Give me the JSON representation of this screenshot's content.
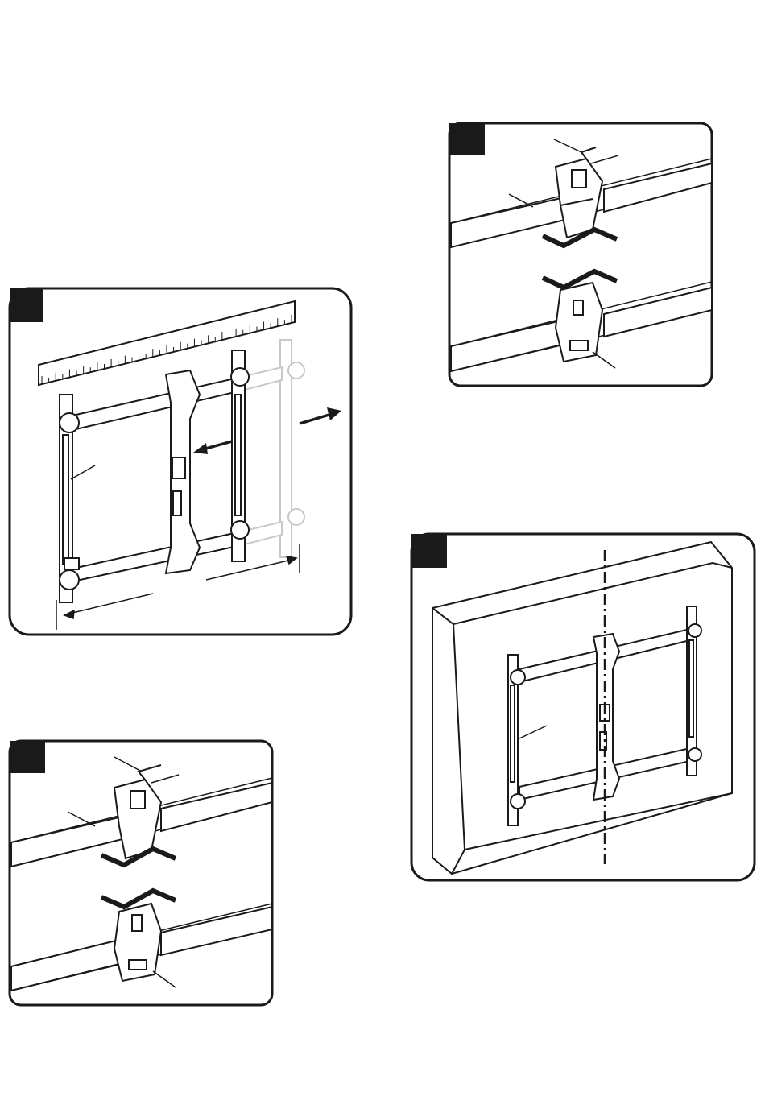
{
  "page": {
    "background": "#ffffff",
    "ink": "#1a1a1a",
    "ghost": "#c8c8c8"
  },
  "figures": [
    {
      "id": "fig-ruler-spacing",
      "step_badge": "",
      "callout_labels": []
    },
    {
      "id": "fig-clamp-detail-right",
      "step_badge": "",
      "callout_labels": []
    },
    {
      "id": "fig-clamp-detail-left",
      "step_badge": "",
      "callout_labels": []
    },
    {
      "id": "fig-tv-centerline",
      "step_badge": "",
      "callout_labels": []
    }
  ]
}
